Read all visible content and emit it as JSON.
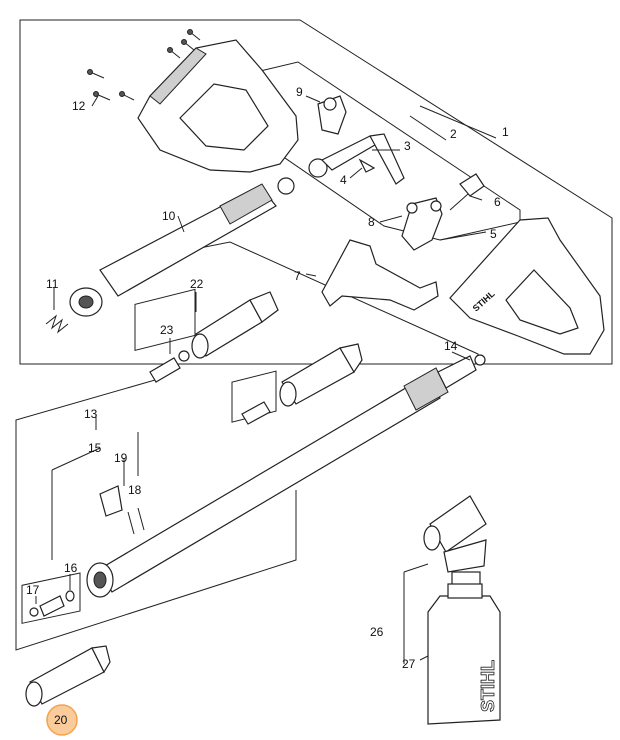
{
  "diagram": {
    "callouts": [
      "1",
      "2",
      "3",
      "4",
      "5",
      "6",
      "7",
      "8",
      "9",
      "10",
      "11",
      "12",
      "13",
      "14",
      "15",
      "16",
      "17",
      "18",
      "19",
      "20",
      "22",
      "23",
      "26",
      "27"
    ],
    "highlight_color": "#f5a24b",
    "highlighted_callout": "20",
    "brand_text": "STIHL"
  }
}
